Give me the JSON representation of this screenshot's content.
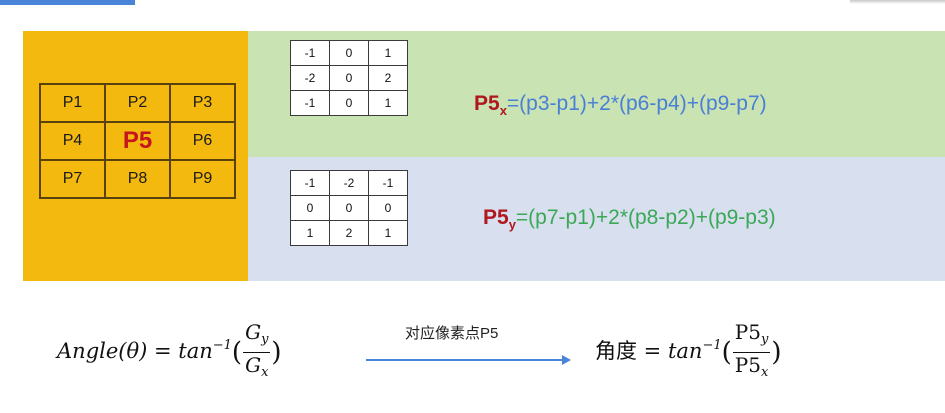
{
  "pixel_grid": {
    "rows": [
      [
        "P1",
        "P2",
        "P3"
      ],
      [
        "P4",
        "P5",
        "P6"
      ],
      [
        "P7",
        "P8",
        "P9"
      ]
    ]
  },
  "kernel_x": [
    [
      "-1",
      "0",
      "1"
    ],
    [
      "-2",
      "0",
      "2"
    ],
    [
      "-1",
      "0",
      "1"
    ]
  ],
  "kernel_y": [
    [
      "-1",
      "-2",
      "-1"
    ],
    [
      "0",
      "0",
      "0"
    ],
    [
      "1",
      "2",
      "1"
    ]
  ],
  "formula_x": {
    "lhs": "P5",
    "sub": "x",
    "rhs": "=(p3-p1)+2*(p6-p4)+(p9-p7)"
  },
  "formula_y": {
    "lhs": "P5",
    "sub": "y",
    "rhs": "=(p7-p1)+2*(p8-p2)+(p9-p3)"
  },
  "angle_left": {
    "prefix": "Angle(θ) = tan",
    "exp": "−1",
    "num": "G",
    "num_sub": "y",
    "den": "G",
    "den_sub": "x"
  },
  "arrow_label": "对应像素点P5",
  "angle_right": {
    "prefix_cn": "角度",
    "mid": " = tan",
    "exp": "−1",
    "num": "P5",
    "num_sub": "y",
    "den": "P5",
    "den_sub": "x"
  },
  "colors": {
    "yellow": "#f4b90e",
    "green": "#c9e3b2",
    "blue_panel": "#d8dfef",
    "formula_x": "#4a7fd6",
    "formula_y": "#3aa856",
    "red": "#b0171e"
  }
}
